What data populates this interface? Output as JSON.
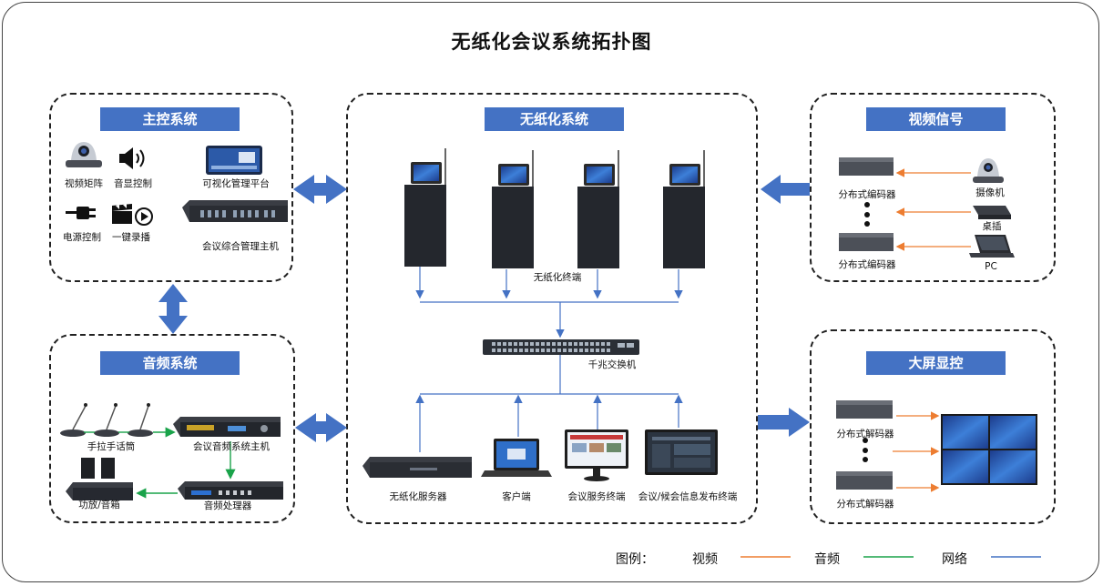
{
  "title": "无纸化会议系统拓扑图",
  "colors": {
    "header": "#4472c4",
    "video": "#ed7d31",
    "audio": "#1aa34a",
    "network": "#4472c4"
  },
  "panels": {
    "main": {
      "title": "主控系统",
      "items": {
        "video_matrix": "视频矩阵",
        "volume": "音显控制",
        "platform": "可视化管理平台",
        "power": "电源控制",
        "record": "一键录播",
        "host": "会议综合管理主机"
      }
    },
    "paperless": {
      "title": "无纸化系统",
      "terminal": "无纸化终端",
      "switch": "千兆交换机",
      "bottom": {
        "server": "无纸化服务器",
        "client": "客户端",
        "service_terminal": "会议服务终端",
        "info_terminal": "会议/候会信息发布终端"
      }
    },
    "video": {
      "title": "视频信号",
      "encoder_top": "分布式编码器",
      "encoder_bottom": "分布式编码器",
      "camera": "摄像机",
      "desk": "桌插",
      "pc": "PC"
    },
    "audio": {
      "title": "音频系统",
      "mic": "手拉手话筒",
      "host": "会议音频系统主机",
      "amp": "功放/音箱",
      "processor": "音频处理器"
    },
    "display": {
      "title": "大屏显控",
      "decoder_top": "分布式解码器",
      "decoder_bottom": "分布式解码器"
    }
  },
  "legend": {
    "title": "图例：",
    "video": "视频",
    "audio": "音频",
    "network": "网络"
  }
}
